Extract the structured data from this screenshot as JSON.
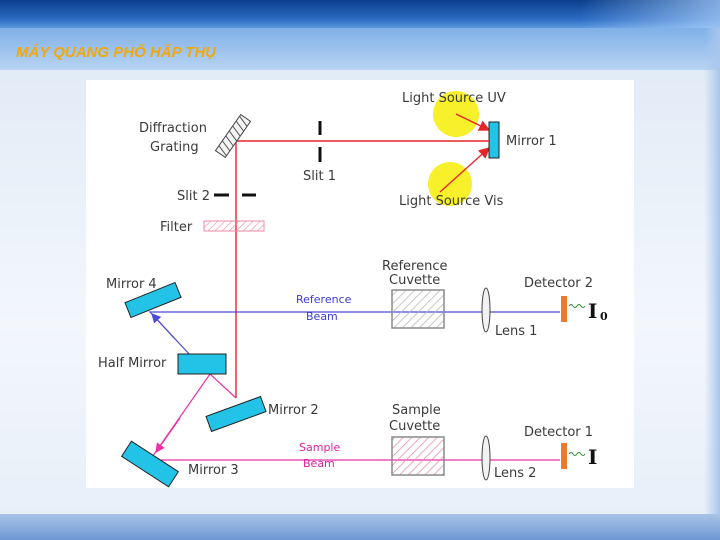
{
  "slide": {
    "title": "MÁY QUANG PHỔ HẤP THỤ"
  },
  "diagram": {
    "labels": {
      "light_source_uv": "Light Source UV",
      "light_source_vis": "Light Source Vis",
      "mirror_1": "Mirror 1",
      "diffraction_grating_line1": "Diffraction",
      "diffraction_grating_line2": "Grating",
      "slit_1": "Slit 1",
      "slit_2": "Slit 2",
      "filter": "Filter",
      "mirror_4": "Mirror 4",
      "half_mirror": "Half Mirror",
      "mirror_2": "Mirror 2",
      "mirror_3": "Mirror 3",
      "reference_cuvette_line1": "Reference",
      "reference_cuvette_line2": "Cuvette",
      "sample_cuvette_line1": "Sample",
      "sample_cuvette_line2": "Cuvette",
      "reference_beam_line1": "Reference",
      "reference_beam_line2": "Beam",
      "sample_beam_line1": "Sample",
      "sample_beam_line2": "Beam",
      "lens_1": "Lens 1",
      "lens_2": "Lens 2",
      "detector_2": "Detector 2",
      "detector_1": "Detector 1",
      "intensity_reference": "I",
      "intensity_reference_subscript": "0",
      "intensity_sample": "I"
    },
    "colors": {
      "main_beam": "#e8262a",
      "reference_beam": "#4a4ad8",
      "sample_beam": "#ee2fa6",
      "mirror_fill": "#22c3e6",
      "detector": "#ee7a2a",
      "lamp": "#f7f02a",
      "cuvette_border": "#8a8a8a",
      "sample_cuvette_hatch": "#e06a8a"
    }
  }
}
